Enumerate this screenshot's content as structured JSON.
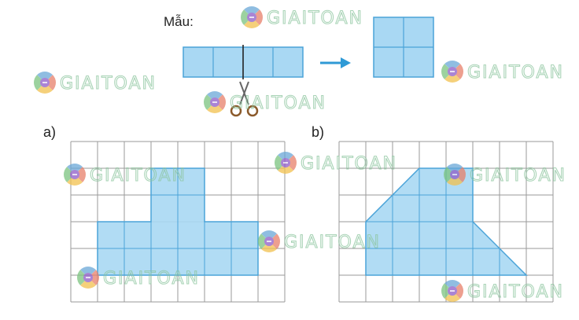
{
  "sample": {
    "label": "Mẫu:"
  },
  "parts": [
    {
      "label": "a)"
    },
    {
      "label": "b)"
    }
  ],
  "watermark": {
    "text": "GIAITOAN"
  },
  "colors": {
    "fill": "#a9d8f3",
    "stroke": "#4aa3d8",
    "grid": "#9a9a9a",
    "arrow": "#2f9ad6",
    "watermark": "#8ec6a0"
  },
  "icons": {
    "arrow": "right-arrow-icon",
    "scissors": "scissors-icon",
    "logo": "giaitoan-logo-icon"
  }
}
